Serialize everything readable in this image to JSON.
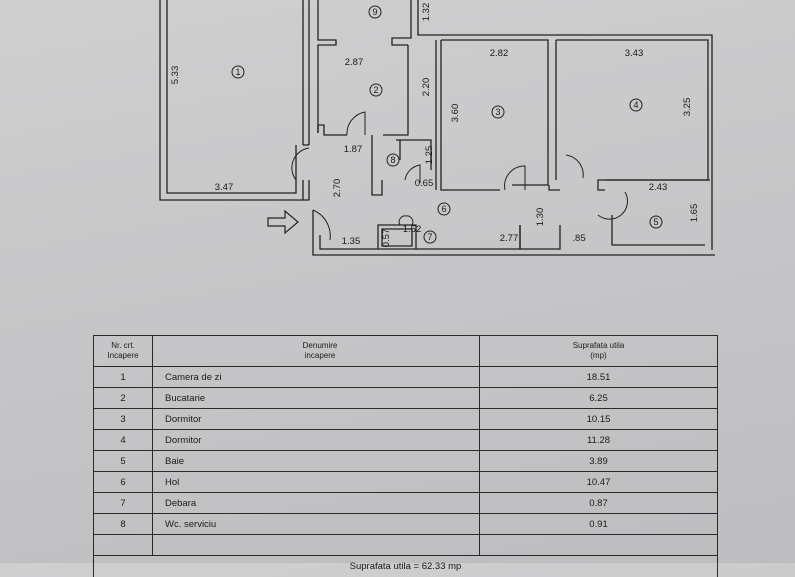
{
  "plan": {
    "rooms": [
      {
        "id": "1"
      },
      {
        "id": "2"
      },
      {
        "id": "3"
      },
      {
        "id": "4"
      },
      {
        "id": "5"
      },
      {
        "id": "6"
      },
      {
        "id": "7"
      },
      {
        "id": "8"
      },
      {
        "id": "9"
      }
    ],
    "dimensions": {
      "r1_height": "5.33",
      "r1_width": "3.47",
      "r9_height": "1.32",
      "r2_width": "2.87",
      "r2_height": "2.20",
      "r3_width": "2.82",
      "r3_height": "3.60",
      "r4_width": "3.43",
      "r4_height": "3.25",
      "hall_width": "1.87",
      "hall_height": "2.70",
      "entry_width": "1.35",
      "r8_height": "1.25",
      "r8_width": "0.65",
      "r7_height": "0.57",
      "r7_width": "1.52",
      "corridor_width": "2.77",
      "corridor_height": "1.30",
      "corridor_small": ".85",
      "r5_width": "2.43",
      "r5_height": "1.65"
    },
    "entrance_icon": "arrow-right-icon"
  },
  "table": {
    "headers": {
      "nr": [
        "Nr. crt.",
        "Incapere"
      ],
      "name": [
        "Denumire",
        "incapere"
      ],
      "area": [
        "Suprafata utila",
        "(mp)"
      ]
    },
    "rows": [
      {
        "nr": "1",
        "name": "Camera de zi",
        "area": "18.51"
      },
      {
        "nr": "2",
        "name": "Bucatarie",
        "area": "6.25"
      },
      {
        "nr": "3",
        "name": "Dormitor",
        "area": "10.15"
      },
      {
        "nr": "4",
        "name": "Dormitor",
        "area": "11.28"
      },
      {
        "nr": "5",
        "name": "Baie",
        "area": "3.89"
      },
      {
        "nr": "6",
        "name": "Hol",
        "area": "10.47"
      },
      {
        "nr": "7",
        "name": "Debara",
        "area": "0.87"
      },
      {
        "nr": "8",
        "name": "Wc. serviciu",
        "area": "0.91"
      }
    ],
    "total": "Suprafata utila = 62.33 mp"
  }
}
